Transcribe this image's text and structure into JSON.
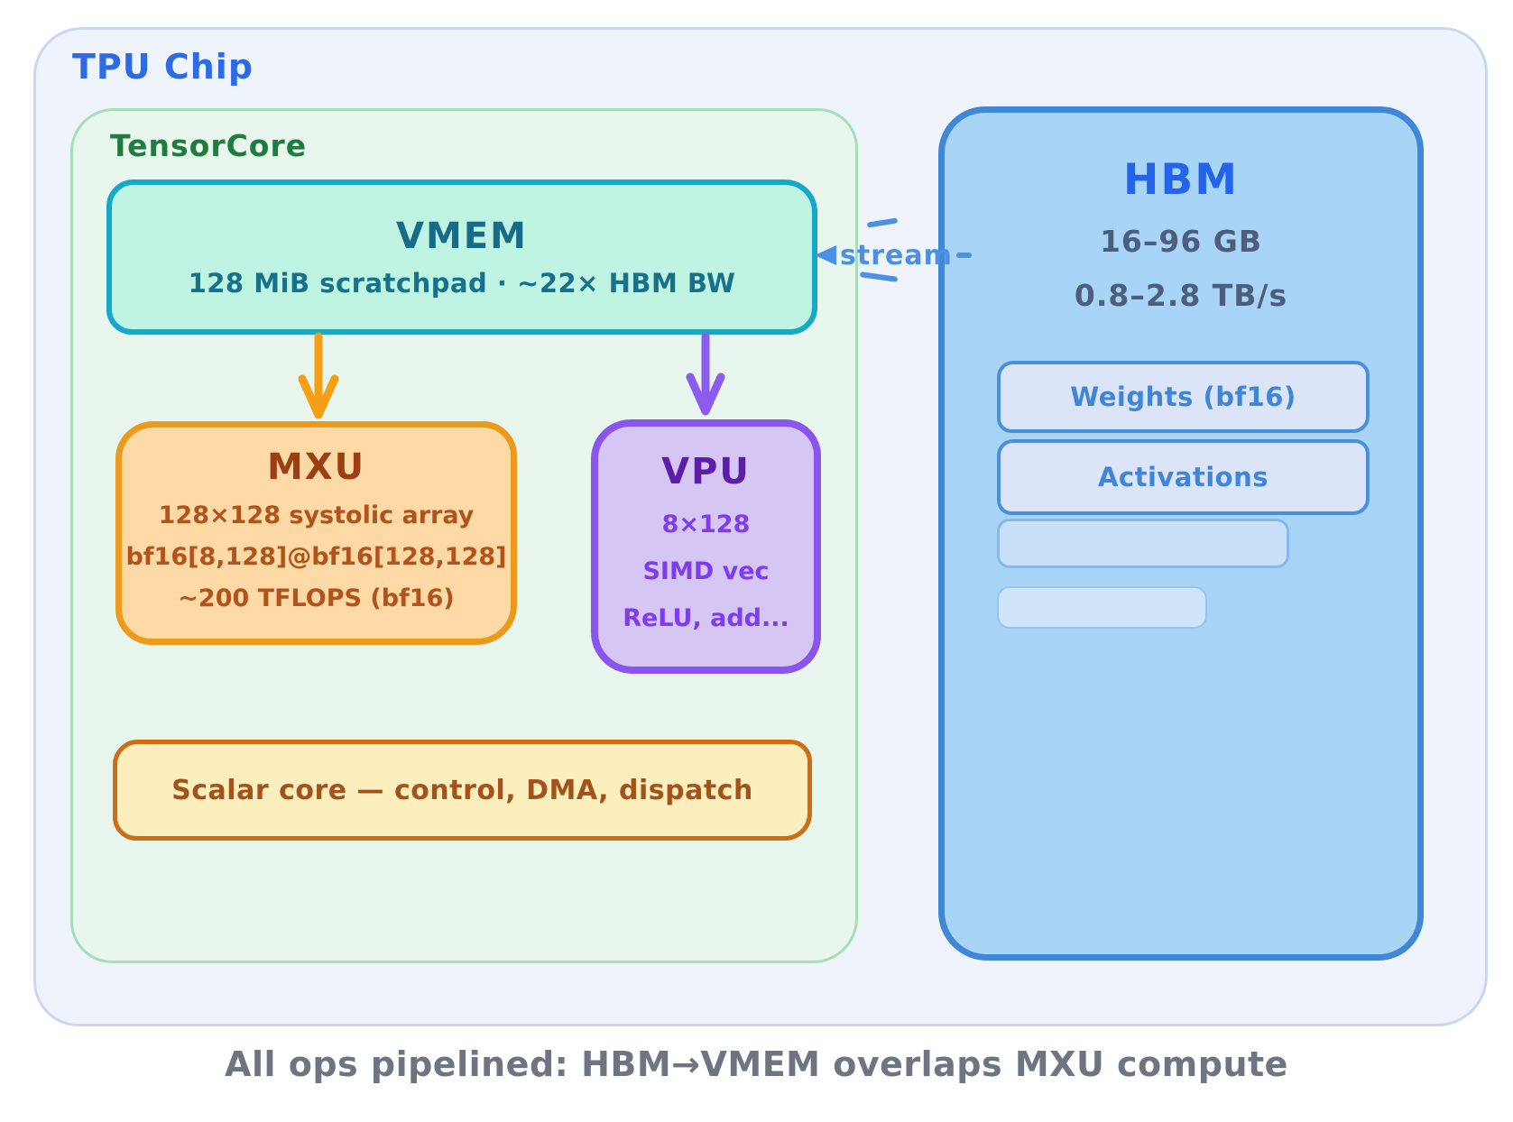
{
  "tpu_chip": {
    "label": "TPU Chip"
  },
  "tensorcore": {
    "label": "TensorCore",
    "vmem": {
      "title": "VMEM",
      "subtitle": "128 MiB scratchpad · ~22× HBM BW"
    },
    "mxu": {
      "title": "MXU",
      "lines": [
        "128×128 systolic array",
        "bf16[8,128]@bf16[128,128]",
        "~200 TFLOPS (bf16)"
      ]
    },
    "vpu": {
      "title": "VPU",
      "lines": [
        "8×128",
        "SIMD vec",
        "ReLU, add..."
      ]
    },
    "scalar_core": {
      "label": "Scalar core — control, DMA, dispatch"
    }
  },
  "hbm": {
    "title": "HBM",
    "capacity": "16–96 GB",
    "bandwidth": "0.8–2.8 TB/s",
    "bars": [
      {
        "label": "Weights (bf16)"
      },
      {
        "label": "Activations"
      }
    ],
    "unlabeled_bars": 2
  },
  "flows": {
    "stream_label": "stream",
    "hbm_to_vmem": "HBM → VMEM",
    "vmem_to_mxu": "VMEM → MXU",
    "vmem_to_vpu": "VMEM → VPU"
  },
  "caption": "All ops pipelined: HBM→VMEM overlaps MXU compute",
  "colors": {
    "tpu_fill": "#eef3fc",
    "tpu_accent": "#2d6be3",
    "tensorcore_fill": "#e9f6ee",
    "tensorcore_accent": "#1e7c3d",
    "vmem_fill": "#bff4e2",
    "vmem_border": "#16a7ca",
    "vmem_text": "#166c88",
    "mxu_fill": "#fcd9a5",
    "mxu_border": "#eb9a1c",
    "mxu_text": "#b2531b",
    "vpu_fill": "#d5c6f4",
    "vpu_border": "#8a55ec",
    "vpu_text": "#7d3cf0",
    "scalar_fill": "#fdeebd",
    "scalar_border": "#cd6d14",
    "scalar_text": "#a4521c",
    "hbm_fill": "#a8d5f5",
    "hbm_border": "#4187d8",
    "hbm_title": "#2563eb",
    "hbm_stats": "#4d5d7e",
    "hbm_bar_fill": "#dce4f8",
    "hbm_bar_border": "#4a8fdc",
    "hbm_bar_text": "#3f86d9",
    "stream_blue": "#4d8fe2",
    "arrow_orange": "#f5a014",
    "arrow_purple": "#8c5cf0",
    "caption_text": "#6e7480"
  }
}
